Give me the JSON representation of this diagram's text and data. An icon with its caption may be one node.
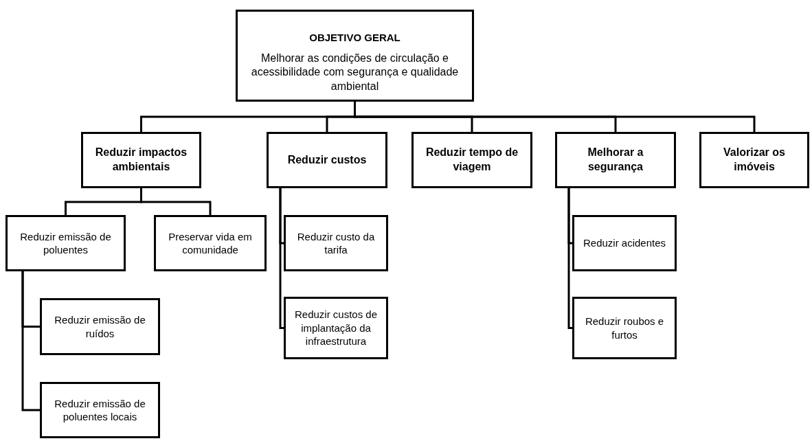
{
  "diagram": {
    "nodes": [
      {
        "text": [
          "OBJETIVO GERAL",
          "Melhorar as condições de circulação e acessibilidade com segurança e qualidade ambiental"
        ]
      },
      {
        "text": [
          "Reduzir impactos ambientais"
        ]
      },
      {
        "text": [
          "Reduzir custos"
        ]
      },
      {
        "text": [
          "Reduzir tempo de viagem"
        ]
      },
      {
        "text": [
          "Melhorar a segurança"
        ]
      },
      {
        "text": [
          "Valorizar os imóveis"
        ]
      },
      {
        "text": [
          "Reduzir emissão de poluentes"
        ]
      },
      {
        "text": [
          "Preservar vida em comunidade"
        ]
      },
      {
        "text": [
          "Reduzir custo da tarifa"
        ]
      },
      {
        "text": [
          "Reduzir custos de implantação da infraestrutura"
        ]
      },
      {
        "text": [
          "Reduzir acidentes"
        ]
      },
      {
        "text": [
          "Reduzir roubos e furtos"
        ]
      },
      {
        "text": [
          "Reduzir emissão de ruídos"
        ]
      },
      {
        "text": [
          "Reduzir emissão de poluentes locais"
        ]
      }
    ],
    "edges": [
      {
        "from": 0,
        "to": 1,
        "arrow": "none"
      },
      {
        "from": 0,
        "to": 2,
        "arrow": "none"
      },
      {
        "from": 0,
        "to": 3,
        "arrow": "none"
      },
      {
        "from": 0,
        "to": 4,
        "arrow": "none"
      },
      {
        "from": 0,
        "to": 5,
        "arrow": "none"
      },
      {
        "from": 1,
        "to": 6,
        "arrow": "none"
      },
      {
        "from": 1,
        "to": 7,
        "arrow": "none"
      },
      {
        "from": 2,
        "to": 8,
        "arrow": "none"
      },
      {
        "from": 2,
        "to": 9,
        "arrow": "none"
      },
      {
        "from": 4,
        "to": 10,
        "arrow": "none"
      },
      {
        "from": 4,
        "to": 11,
        "arrow": "none"
      },
      {
        "from": 6,
        "to": 12,
        "arrow": "none"
      },
      {
        "from": 6,
        "to": 13,
        "arrow": "none"
      }
    ]
  }
}
